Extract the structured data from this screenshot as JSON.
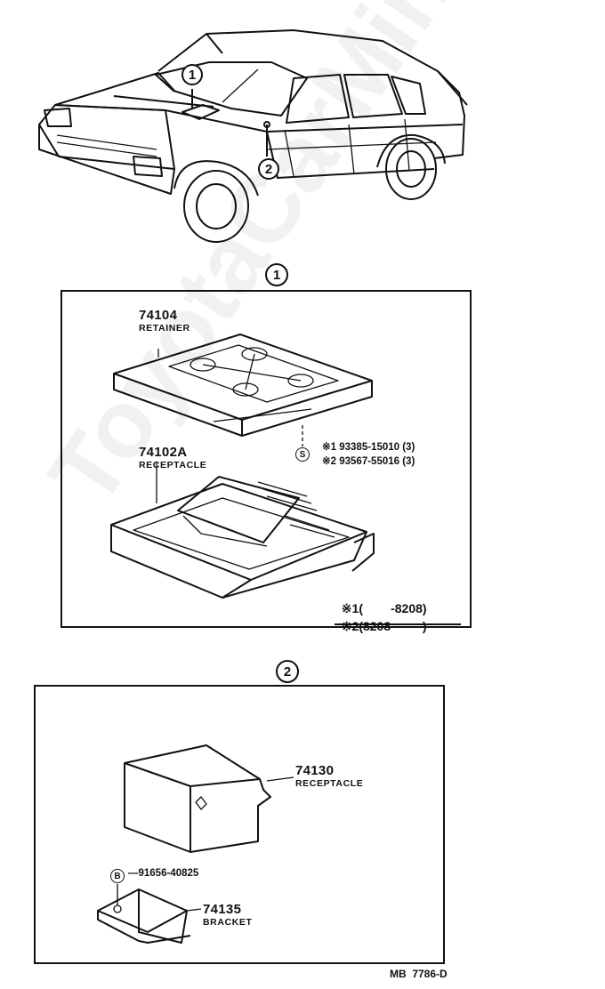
{
  "watermark": "ToyotaCarMine.ru",
  "callouts": {
    "one": "1",
    "two": "2"
  },
  "section1": {
    "heading": "1",
    "retainer": {
      "number": "74104",
      "name": "RETAINER"
    },
    "receptacle": {
      "number": "74102A",
      "name": "RECEPTACLE"
    },
    "screw_symbol": "S",
    "screws": [
      {
        "mark": "※1",
        "part": "93385-15010 (3)"
      },
      {
        "mark": "※2",
        "part": "93567-55016 (3)"
      }
    ],
    "notes": [
      {
        "mark": "※1",
        "range": "(        -8208)"
      },
      {
        "mark": "※2",
        "range": "(8208-        )"
      }
    ]
  },
  "section2": {
    "heading": "2",
    "receptacle": {
      "number": "74130",
      "name": "RECEPTACLE"
    },
    "bolt_symbol": "B",
    "bolt_part": "91656-40825",
    "bracket": {
      "number": "74135",
      "name": "BRACKET"
    }
  },
  "footer_code": "MB  7786-D"
}
